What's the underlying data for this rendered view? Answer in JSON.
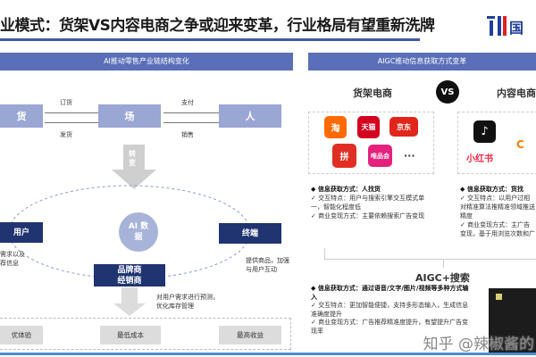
{
  "title": "业模式：货架VS内容电商之争或迎来变革，行业格局有望重新洗牌",
  "logo_text": "国",
  "left": {
    "header": "AI推动零售产业链结构变化",
    "top_nodes": [
      "货",
      "场",
      "人"
    ],
    "flows": {
      "order": "订货",
      "ship": "发货",
      "pay": "支付",
      "sell": "销售"
    },
    "transition": "转变",
    "ai_circle": "AI 数据",
    "user": "用户",
    "terminal": "终端",
    "brand": "品牌商 经销商",
    "user_note": "需求以及 荐信息",
    "terminal_note": "提供商品，加强与用户互动",
    "brand_note": "对用户需求进行预测，优化库存管理",
    "outcomes": [
      "优体验",
      "最低成本",
      "最高收益"
    ]
  },
  "right": {
    "header": "AIGC推动信息获取方式变革",
    "shelf_title": "货架电商",
    "vs": "VS",
    "content_title": "内容电商",
    "shelf_icons": [
      {
        "name": "taobao",
        "label": "淘",
        "color": "#ff6a00"
      },
      {
        "name": "tmall",
        "label": "天猫",
        "color": "#d4001f"
      },
      {
        "name": "jd",
        "label": "京东",
        "color": "#e1251b"
      },
      {
        "name": "pinduoduo",
        "label": "拼",
        "color": "#e02e24"
      },
      {
        "name": "vipshop",
        "label": "唯品会",
        "color": "#e5207d"
      }
    ],
    "more": "···",
    "content_icons": [
      {
        "name": "douyin",
        "label": "♪",
        "color": "#111111"
      },
      {
        "name": "xiaohongshu",
        "label": "小红书",
        "color": "#ff2442"
      },
      {
        "name": "kuaishou",
        "label": "C",
        "color": "#ff7a00"
      }
    ],
    "shelf_points": {
      "method": "◆ 信息获取方式：人找货",
      "interaction": "✓ 交互特点：用户与搜索引擎交互模式单一，智能化程度低",
      "monetize": "✓ 商业变现方式：主要依赖搜索广告变现"
    },
    "content_points": {
      "method": "◆ 信息获取方式：货找",
      "interaction": "✓ 交互特点：以用户过相对精准算法推精准领域推送精度",
      "monetize": "✓ 商业变现方式：主广告变现，基于用浏览次数和广告加"
    },
    "aigc_title": "AIGC+搜索",
    "aigc_points": {
      "method": "◆ 信息获取方式：通过语音/文字/图片/视频等多种方式输入",
      "interaction": "✓ 交互特点：更加智能便捷，支持多形态输入，生成信息准确度提升",
      "monetize": "✓ 商业变现方式：广告推荐精准度提升，有望提升广告变现率"
    }
  },
  "watermark": "知乎 @辣椒酱的"
}
